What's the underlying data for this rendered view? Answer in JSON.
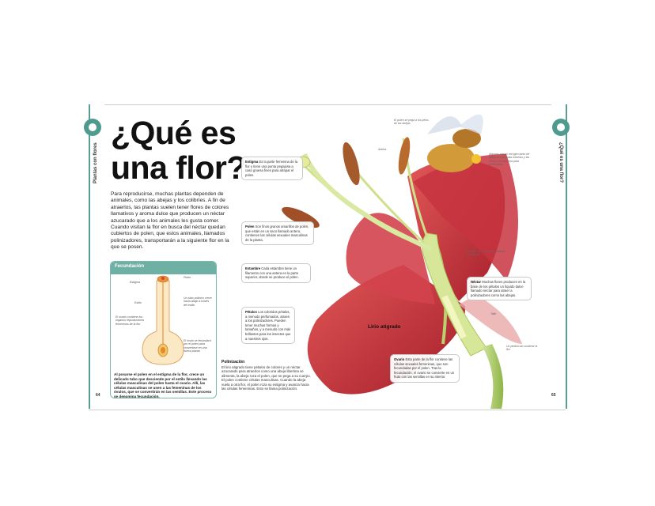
{
  "left_page": {
    "side_tab": "Plantas con flores",
    "title_line1": "¿Qué es",
    "title_line2": "una flor?",
    "intro": "Para reproducirse, muchas plantas dependen de animales, como las abejas y los colibríes. A fin de atraerlos, las plantas suelen tener flores de colores llamativos y aroma dulce que producen un néctar azucarado que a los animales les gusta comer. Cuando visitan la flor en busca del néctar quedan cubiertos de polen, que estos animales, llamados polinizadores, transportarán a la siguiente flor en la que se posen.",
    "page_number": "64"
  },
  "fecundacion": {
    "heading": "Fecundación",
    "labels": {
      "estigma": "Estigma",
      "polen": "Polen",
      "tubo_polinico": "Un tubo polínico crece hacia abajo a través del estilo",
      "estilo": "Estilo",
      "ovario": "El ovario contiene los órganos reproductores femeninos de la flor",
      "ovulo": "El óvulo se fecundará por el polen para convertirse en una nueva planta"
    },
    "caption": "Al posarse el polen en el estigma de la flor, crece un delicado tubo que desciende por el estilo llevando las células masculinas del polen hasta el ovario. Allí, las células masculinas se unen a las femeninas de los óvulos, que se convertirán en las semillas. Este proceso se denomina fecundación."
  },
  "polinizacion": {
    "heading": "Polinización",
    "text": "El lirio atigrado tiene pétalos de colores y un néctar azucarado para atraerlos como una abeja libertina se alimenta, la abeja roza el polen, que se pega a su cuerpo. El polen contiene células masculinas. Cuando la abeja vuela a otra flor, el polen roza su estigma y avanza hacia las células femeninas. Esto se llama polinización."
  },
  "callouts": {
    "estigma": {
      "term": "Estigma",
      "text": "Es la parte femenina de la flor y tiene una punta pegajosa a caso gruesa fines para atrapar el polen."
    },
    "polen": {
      "term": "Polen",
      "text": "Son finos granos amarillos de polen, que están en un saco llamado antera, contienen las células sexuales masculinas de la planta."
    },
    "estambre": {
      "term": "Estambre",
      "text": "Cada estambre tiene un filamento con una antera en la parte superior, donde se produce el polen."
    },
    "petalos": {
      "term": "Pétalos",
      "text": "Los coloridos pétalos, a menudo perfumados, atraen a los polinizadores. Pueden tener muchas formas y tamaños, y a menudo con más brillantes para los insectos que a nuestros ojos."
    },
    "nectar": {
      "term": "Néctar",
      "text": "Muchas flores producen en la base de los pétalos un líquido dulce llamado néctar para atraer a polinizadores como las abejas."
    },
    "ovario": {
      "term": "Ovario",
      "text": "Esta parte de la flor contiene las células sexuales femeninas, que son fecundadas por el polen. Tras la fecundación, el ovario se convierte en un fruto con las semillas en su interior."
    }
  },
  "small_labels": {
    "polen_abeja": "El polen se pega a los pelos de las abejas",
    "antera": "Antera",
    "abeja_recoge": "Algunas abejas recogen tanto de polen en sus patas traseras y las llevan a la colmena para alimentarse",
    "interior": "El estilo es el tallo que sostiene el estigma",
    "tallo": "Tallo",
    "pedunculo": "Un pedúnculo sostiene la flor"
  },
  "flower_name": "Lirio atigrado",
  "right_page": {
    "side_tab": "¿Qué es una flor?",
    "page_number": "65"
  }
}
